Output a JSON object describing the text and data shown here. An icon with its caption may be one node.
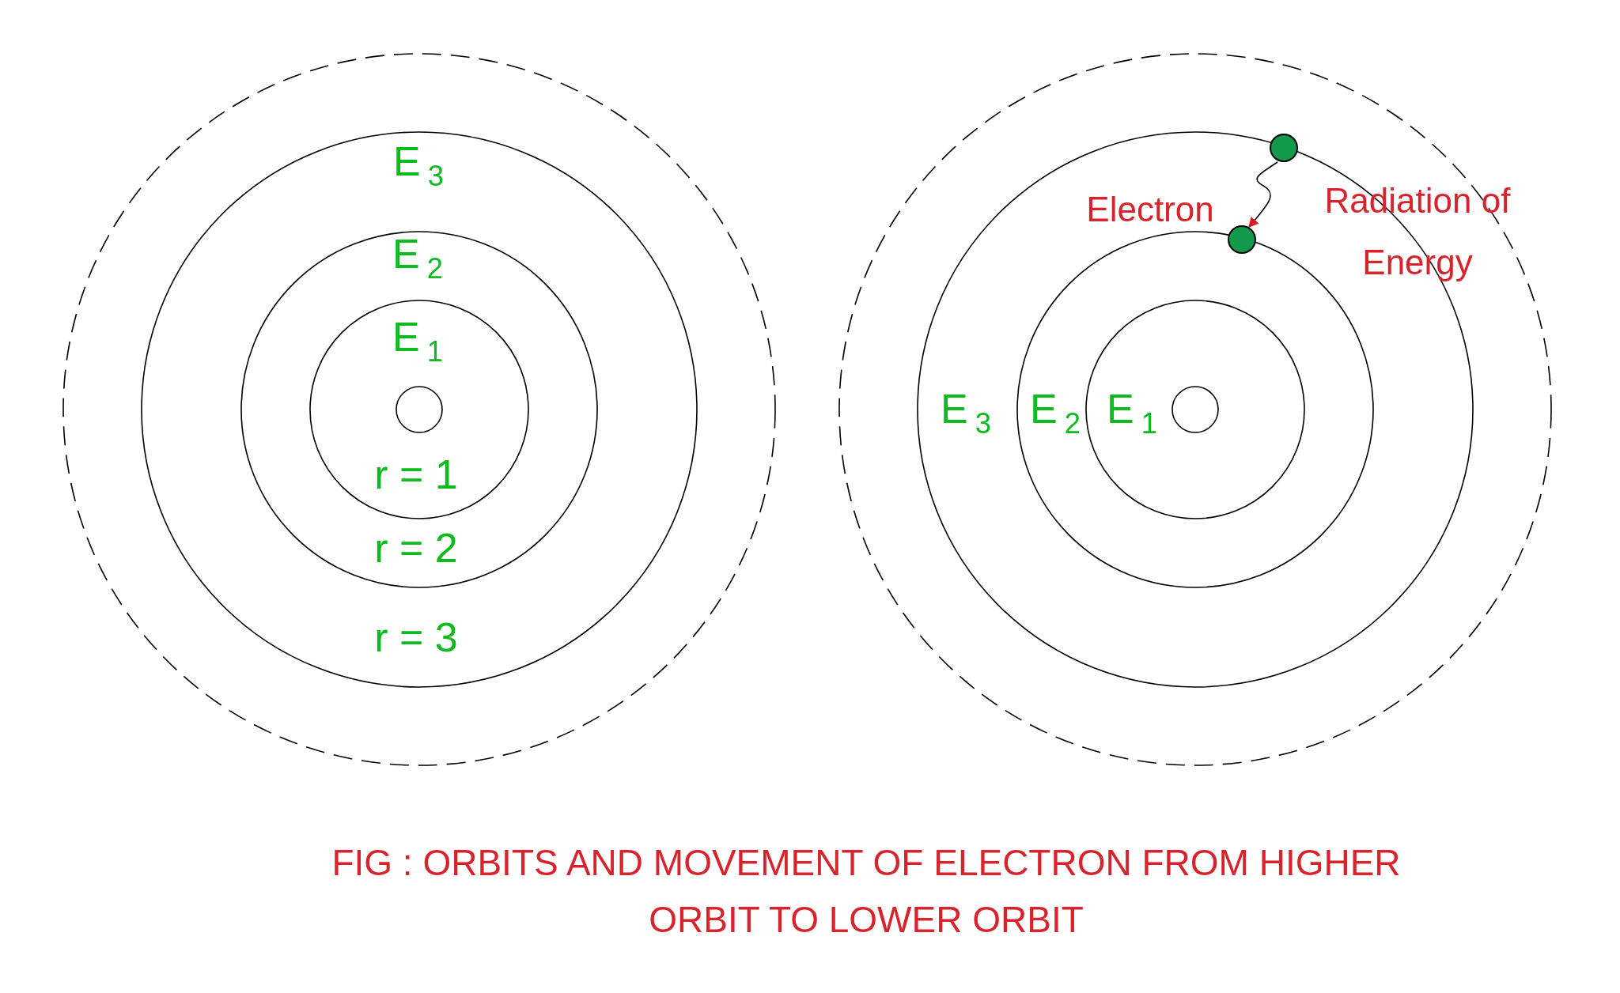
{
  "diagram": {
    "caption": "FIG : ORBITS AND MOVEMENT OF ELECTRON FROM HIGHER ORBIT TO LOWER ORBIT",
    "nodes": [
      {
        "text": [],
        "shape": "circle"
      },
      {
        "text": [],
        "shape": "circle"
      }
    ],
    "edges": [
      {
        "from": 0,
        "to": 1,
        "arrow": "to"
      }
    ],
    "labels": [
      "E$_{3}$",
      "E$_{2}$",
      "E$_{1}$",
      "r = 1",
      "r = 2",
      "r = 3",
      "Electron",
      "Radiation of Energy",
      "E$_{3}$",
      "E$_{2}$",
      "E$_{1}$"
    ]
  }
}
